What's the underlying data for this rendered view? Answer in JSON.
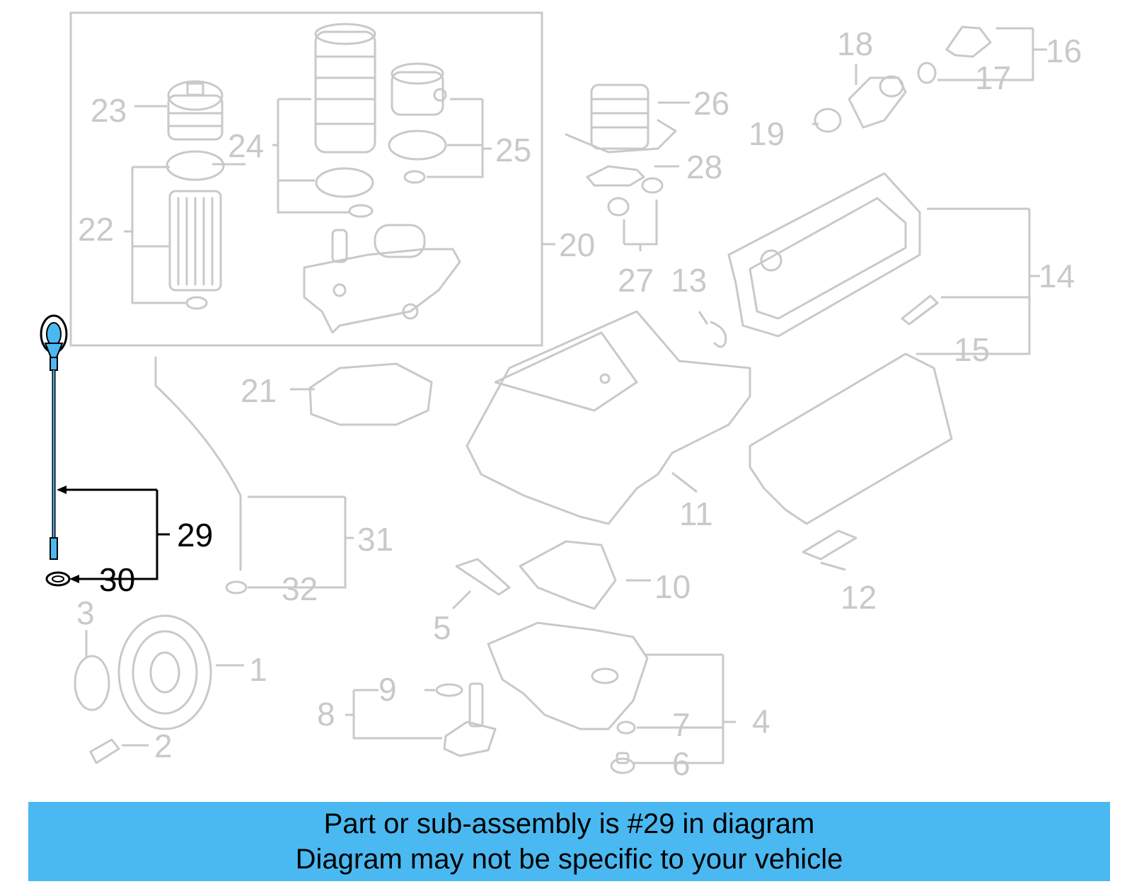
{
  "caption": {
    "line1": "Part or sub-assembly is #29 in diagram",
    "line2": "Diagram may not be specific to your vehicle"
  },
  "highlighted_part": "29",
  "colors": {
    "caption_background": "#4bb9f1",
    "highlight_part": "#4bb9f1",
    "highlight_text": "#000000",
    "dimmed": "#c9c9c9"
  },
  "callouts": {
    "c1": "1",
    "c2": "2",
    "c3": "3",
    "c4": "4",
    "c5": "5",
    "c6": "6",
    "c7": "7",
    "c8": "8",
    "c9": "9",
    "c10": "10",
    "c11": "11",
    "c12": "12",
    "c13": "13",
    "c14": "14",
    "c15": "15",
    "c16": "16",
    "c17": "17",
    "c18": "18",
    "c19": "19",
    "c20": "20",
    "c21": "21",
    "c22": "22",
    "c23": "23",
    "c24": "24",
    "c25": "25",
    "c26": "26",
    "c27": "27",
    "c28": "28",
    "c29": "29",
    "c30": "30",
    "c31": "31",
    "c32": "32"
  }
}
